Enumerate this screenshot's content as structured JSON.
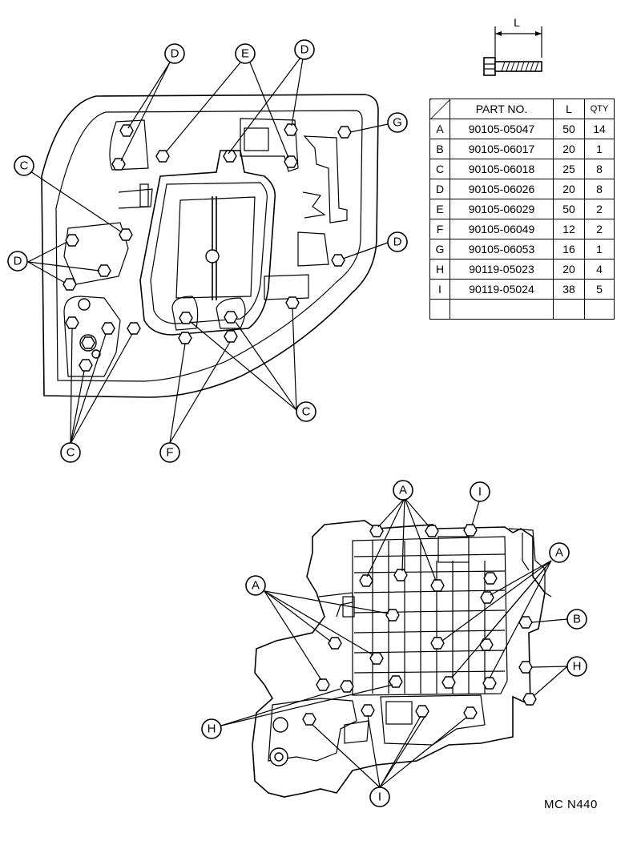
{
  "dimension_label": "L",
  "table": {
    "headers": {
      "part_no": "PART NO.",
      "length": "L",
      "qty": "QTY"
    },
    "rows": [
      {
        "key": "A",
        "part_no": "90105-05047",
        "length": "50",
        "qty": "14"
      },
      {
        "key": "B",
        "part_no": "90105-06017",
        "length": "20",
        "qty": "1"
      },
      {
        "key": "C",
        "part_no": "90105-06018",
        "length": "25",
        "qty": "8"
      },
      {
        "key": "D",
        "part_no": "90105-06026",
        "length": "20",
        "qty": "8"
      },
      {
        "key": "E",
        "part_no": "90105-06029",
        "length": "50",
        "qty": "2"
      },
      {
        "key": "F",
        "part_no": "90105-06049",
        "length": "12",
        "qty": "2"
      },
      {
        "key": "G",
        "part_no": "90105-06053",
        "length": "16",
        "qty": "1"
      },
      {
        "key": "H",
        "part_no": "90119-05023",
        "length": "20",
        "qty": "4"
      },
      {
        "key": "I",
        "part_no": "90119-05024",
        "length": "38",
        "qty": "5"
      }
    ]
  },
  "callouts": {
    "top": [
      "D",
      "E",
      "D",
      "G",
      "C",
      "D",
      "D",
      "C",
      "C",
      "F"
    ],
    "bottom": [
      "A",
      "I",
      "A",
      "A",
      "B",
      "H",
      "H",
      "I"
    ]
  },
  "drawing_code": "MC N440"
}
